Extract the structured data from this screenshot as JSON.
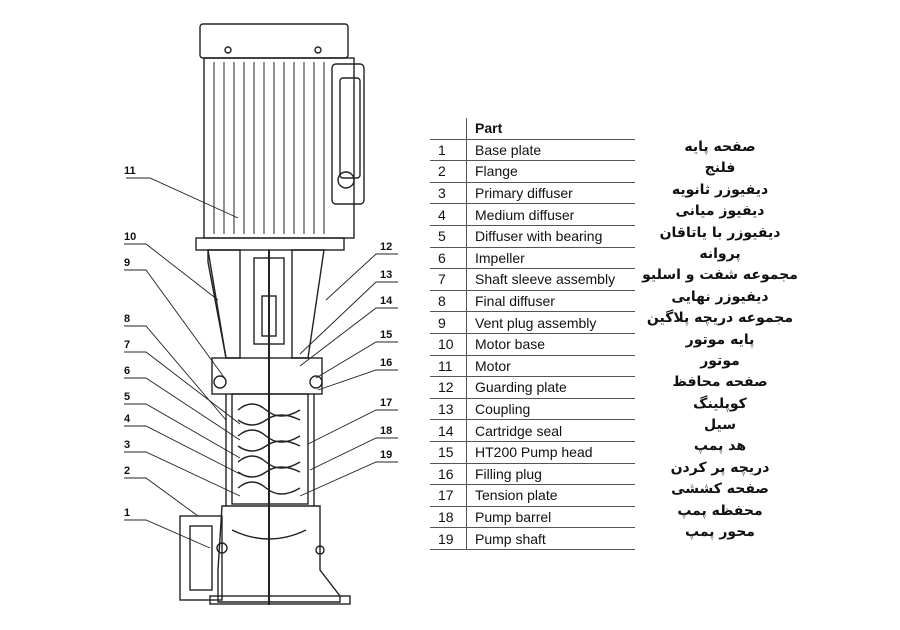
{
  "table": {
    "header": {
      "num": "",
      "part": "Part"
    },
    "rows": [
      {
        "num": "1",
        "part": "Base plate",
        "fa": "صفحه پایه"
      },
      {
        "num": "2",
        "part": "Flange",
        "fa": "فلنج"
      },
      {
        "num": "3",
        "part": "Primary diffuser",
        "fa": "دیفیوزر ثانویه"
      },
      {
        "num": "4",
        "part": "Medium diffuser",
        "fa": "دیفیوز میانی"
      },
      {
        "num": "5",
        "part": "Diffuser with bearing",
        "fa": "دیفیوزر با یاتاقان"
      },
      {
        "num": "6",
        "part": "Impeller",
        "fa": "پروانه"
      },
      {
        "num": "7",
        "part": "Shaft  sleeve assembly",
        "fa": "مجموعه شفت و اسلیو"
      },
      {
        "num": "8",
        "part": "Final diffuser",
        "fa": "دیفیوزر نهایی"
      },
      {
        "num": "9",
        "part": "Vent plug assembly",
        "fa": "مجموعه دریچه پلاگین"
      },
      {
        "num": "10",
        "part": "Motor base",
        "fa": "پایه موتور"
      },
      {
        "num": "11",
        "part": "Motor",
        "fa": "موتور"
      },
      {
        "num": "12",
        "part": "Guarding plate",
        "fa": "صفحه محافظ"
      },
      {
        "num": "13",
        "part": "Coupling",
        "fa": "کوپلینگ"
      },
      {
        "num": "14",
        "part": "Cartridge seal",
        "fa": "سیل"
      },
      {
        "num": "15",
        "part": "HT200 Pump head",
        "fa": "هد پمپ"
      },
      {
        "num": "16",
        "part": "Filling plug",
        "fa": "دریچه پر کردن"
      },
      {
        "num": "17",
        "part": "Tension plate",
        "fa": "صفحه کششی"
      },
      {
        "num": "18",
        "part": "Pump barrel",
        "fa": "محفظه پمپ"
      },
      {
        "num": "19",
        "part": "Pump shaft",
        "fa": "محور پمپ"
      }
    ]
  },
  "callouts": {
    "left": [
      "11",
      "10",
      "9",
      "8",
      "7",
      "6",
      "5",
      "4",
      "3",
      "2",
      "1"
    ],
    "right": [
      "12",
      "13",
      "14",
      "15",
      "16",
      "17",
      "18",
      "19"
    ]
  }
}
